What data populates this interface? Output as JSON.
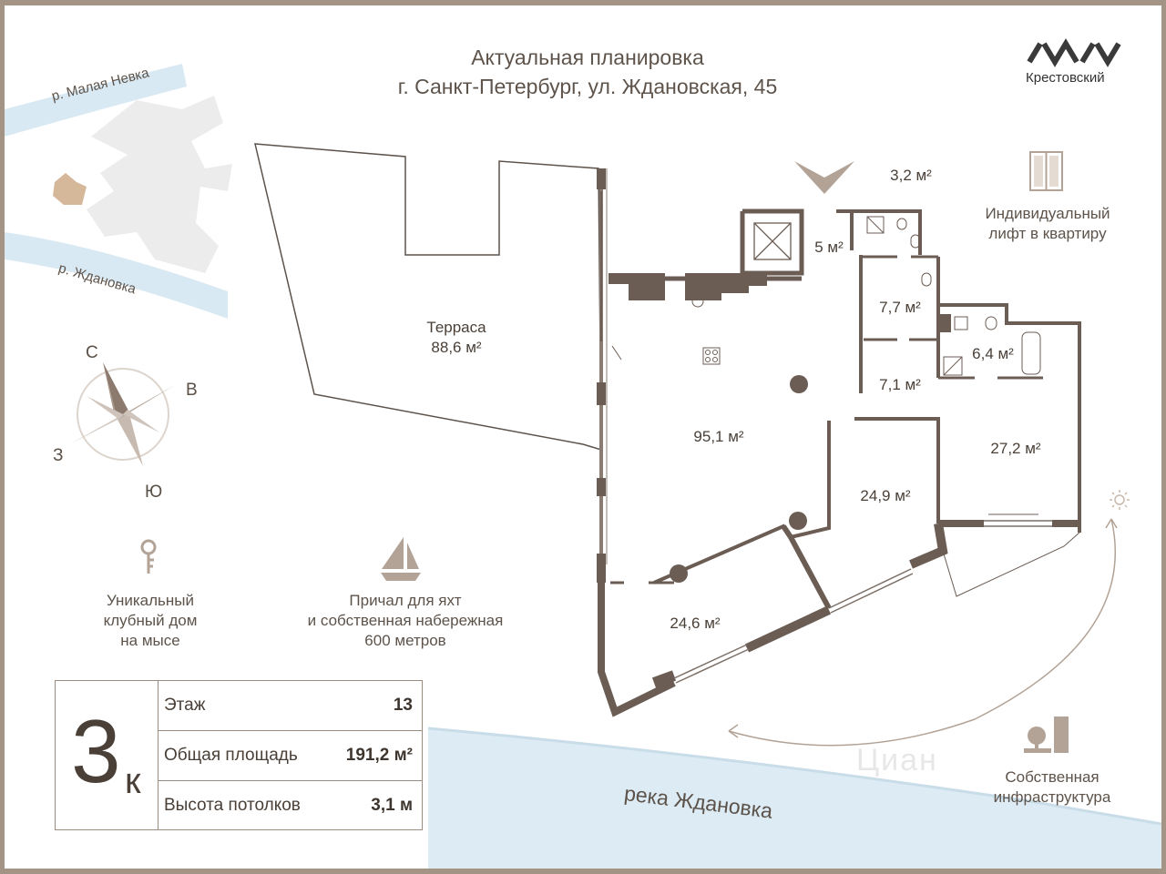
{
  "header": {
    "line1": "Актуальная планировка",
    "line2": "г. Санкт-Петербург, ул. Ждановская, 45"
  },
  "logo": {
    "brand": "Крестовский",
    "icon": "iak-logo-icon"
  },
  "map": {
    "river_top": "р. Малая Невка",
    "river_mid": "р. Ждановка",
    "river_bottom": "река Ждановка"
  },
  "compass": {
    "n": "С",
    "e": "В",
    "w": "З",
    "s": "Ю"
  },
  "rooms": {
    "terrace_name": "Терраса",
    "terrace_area": "88,6 м²",
    "living": "95,1 м²",
    "hall": "5 м²",
    "wc": "3,2 м²",
    "room_77": "7,7 м²",
    "room_71": "7,1 м²",
    "bath": "6,4 м²",
    "bedroom_272": "27,2 м²",
    "bedroom_249": "24,9 м²",
    "bedroom_246": "24,6 м²"
  },
  "features": {
    "lift": [
      "Индивидуальный",
      "лифт в квартиру"
    ],
    "club": [
      "Уникальный",
      "клубный дом",
      "на мысе"
    ],
    "yacht": [
      "Причал для яхт",
      "и собственная набережная",
      "600 метров"
    ],
    "infra": [
      "Собственная",
      "инфраструктура"
    ]
  },
  "spec": {
    "type_num": "3",
    "type_suffix": "к",
    "rows": [
      {
        "label": "Этаж",
        "value": "13"
      },
      {
        "label": "Общая площадь",
        "value": "191,2 м²"
      },
      {
        "label": "Высота потолков",
        "value": "3,1 м"
      }
    ]
  },
  "watermark": "Циан",
  "colors": {
    "wall": "#6b5d54",
    "accent": "#b3a396",
    "river": "#d7e8f2",
    "text": "#5a5048"
  }
}
